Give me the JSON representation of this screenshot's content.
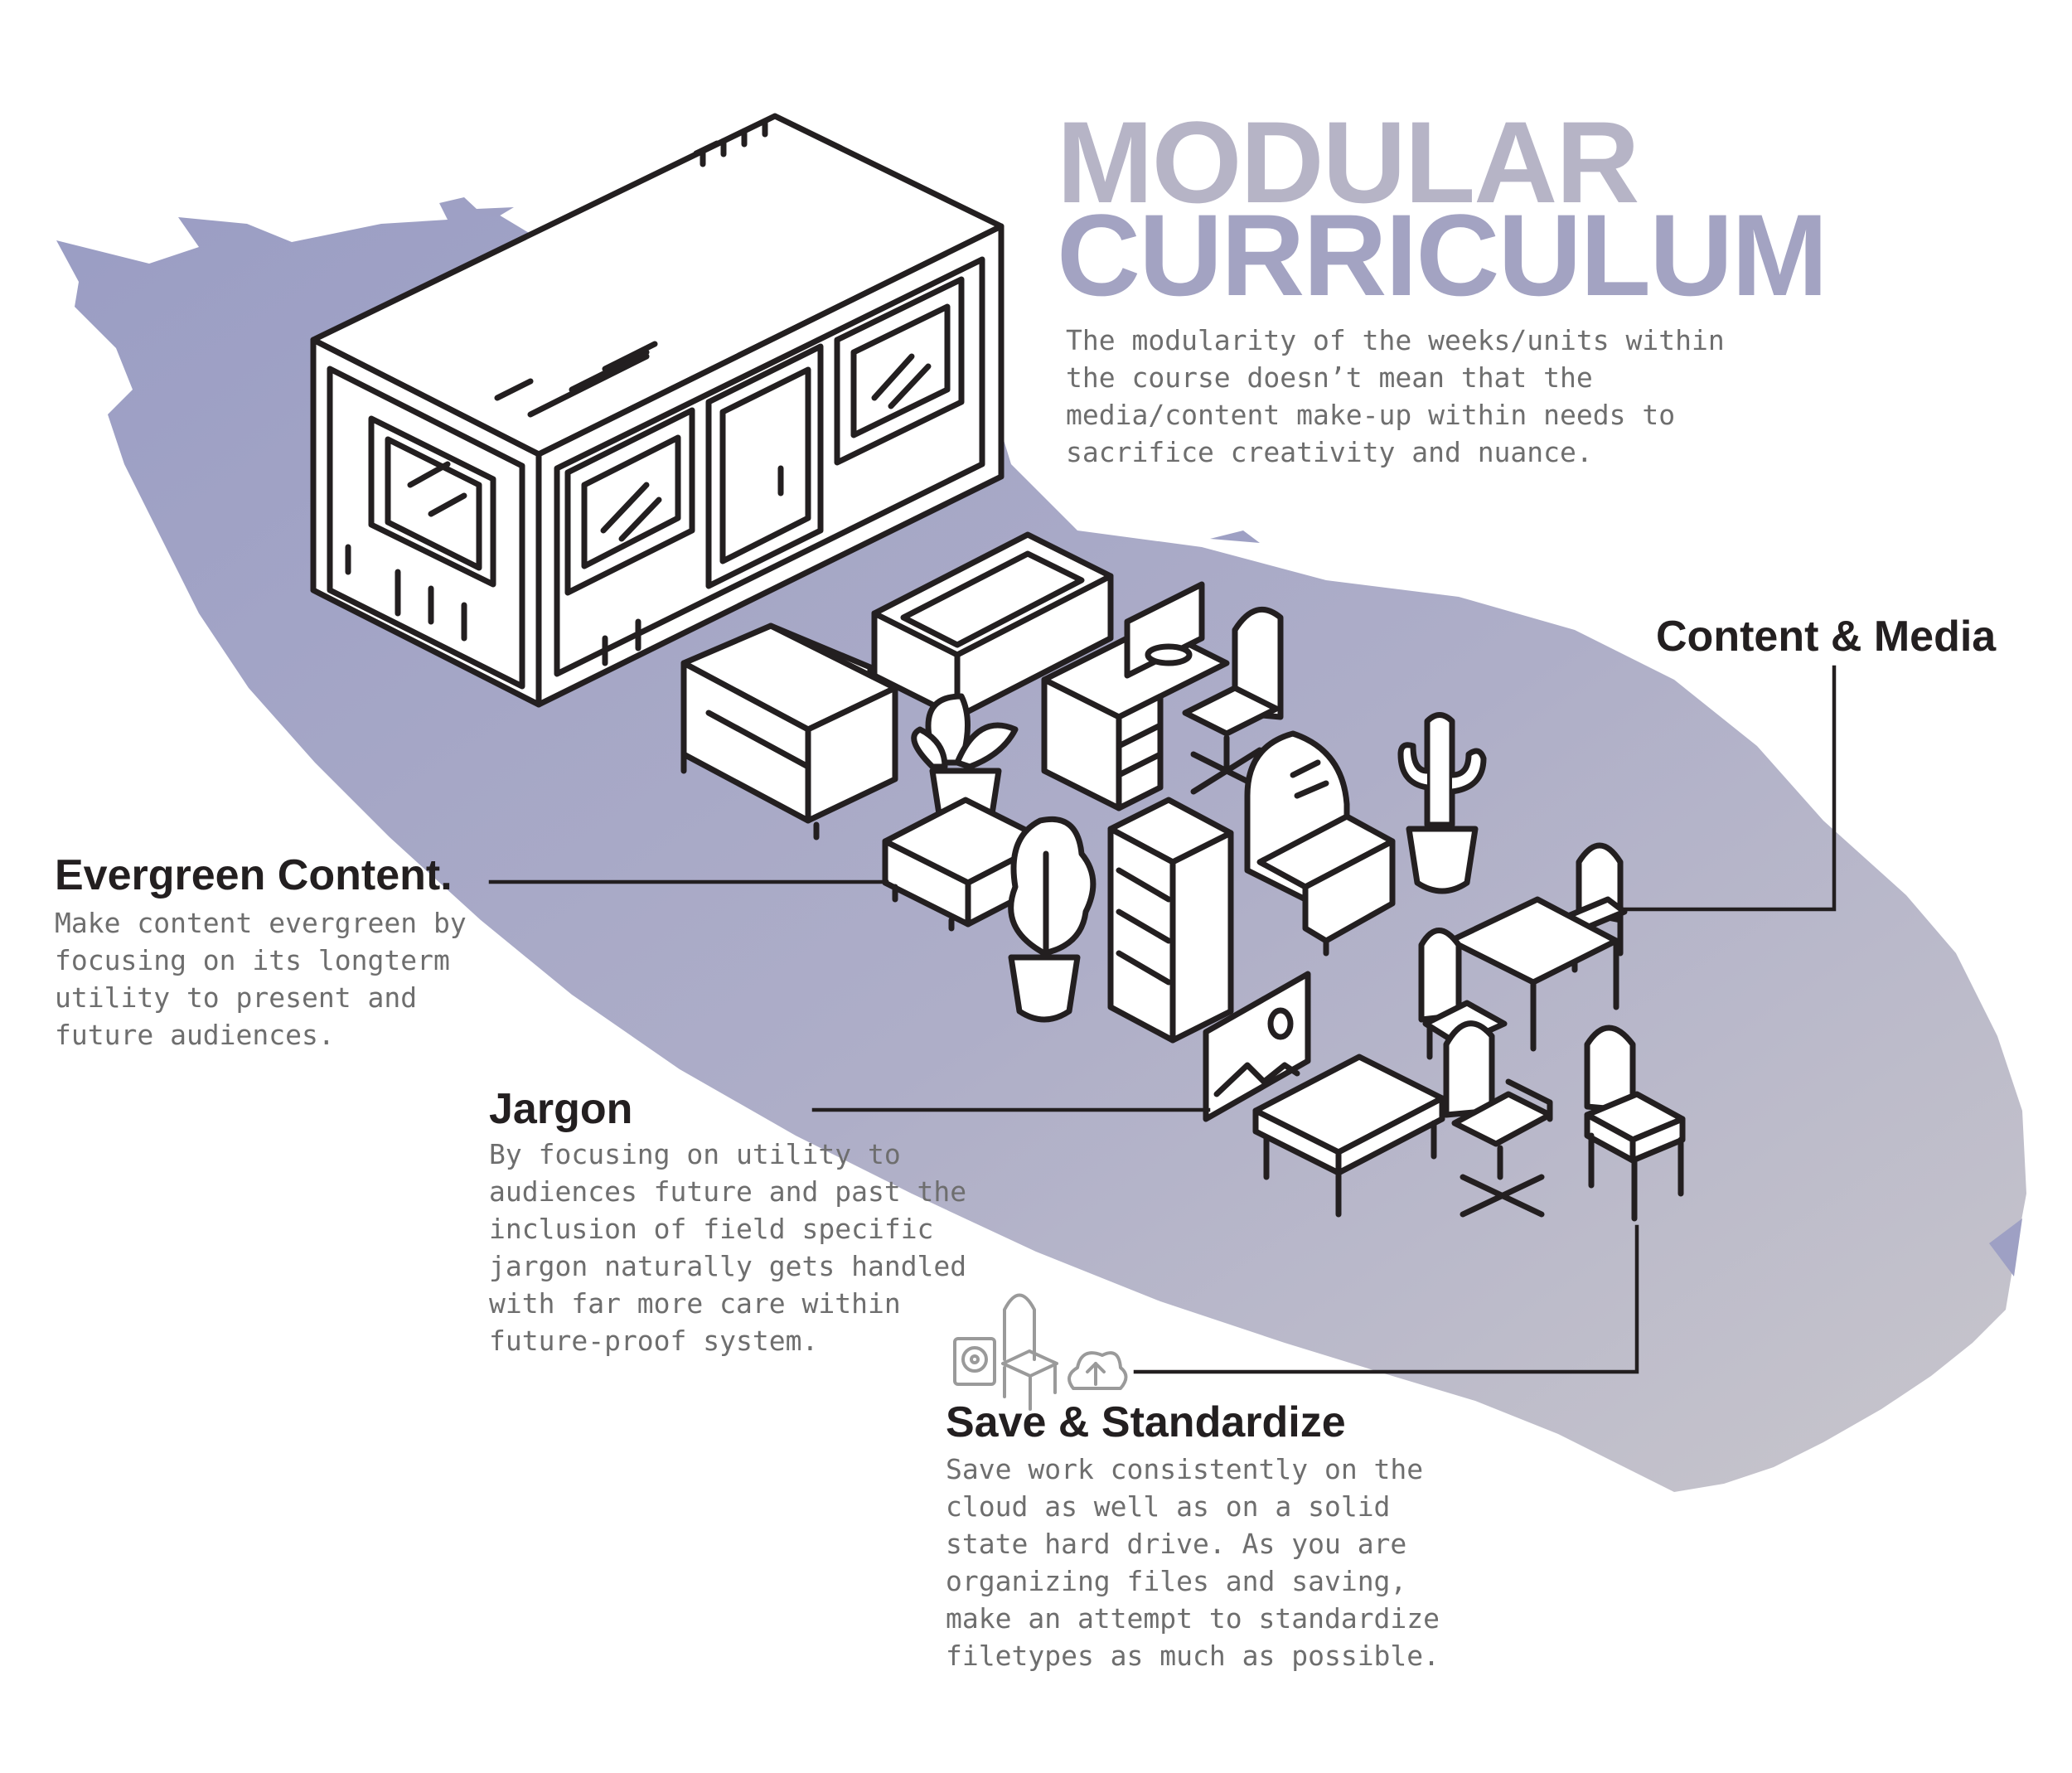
{
  "title": {
    "line1": "MODULAR",
    "line2": "CURRICULUM"
  },
  "intro": "The modularity of the weeks/units within the course doesn’t mean that the media/content make-up within needs to sacrifice creativity and nuance.",
  "sections": {
    "content_media": {
      "heading": "Content & Media"
    },
    "evergreen": {
      "heading": "Evergreen Content.",
      "body": "Make content evergreen by focusing on its longterm utility to present and future audiences."
    },
    "jargon": {
      "heading": "Jargon",
      "body": "By focusing on utility to audiences future and past the inclusion of field specific jargon naturally gets handled with far more care within future-proof system."
    },
    "save": {
      "heading": "Save & Standardize",
      "body": "Save work consistently on the cloud as well as on a solid state hard drive. As you are organizing files and saving, make an attempt to standardize filetypes as much as possible."
    }
  },
  "colors": {
    "brush_start": "#9a9dc4",
    "brush_end": "#c6c4cc",
    "title_light": "#b6b4c6",
    "title_dark": "#8e90bd",
    "line": "#231f20",
    "body_text": "#6e6e6e"
  },
  "icons": [
    "shipping-container-icon",
    "sofa-icon",
    "armchair-icon",
    "desk-icon",
    "monitor-icon",
    "office-chair-icon",
    "plant-icon",
    "cactus-icon",
    "tree-icon",
    "bookshelf-icon",
    "lounge-chair-icon",
    "dining-table-icon",
    "dining-chair-icon",
    "picture-frame-icon",
    "coffee-table-icon",
    "side-table-icon",
    "hard-drive-icon",
    "cloud-upload-icon"
  ]
}
